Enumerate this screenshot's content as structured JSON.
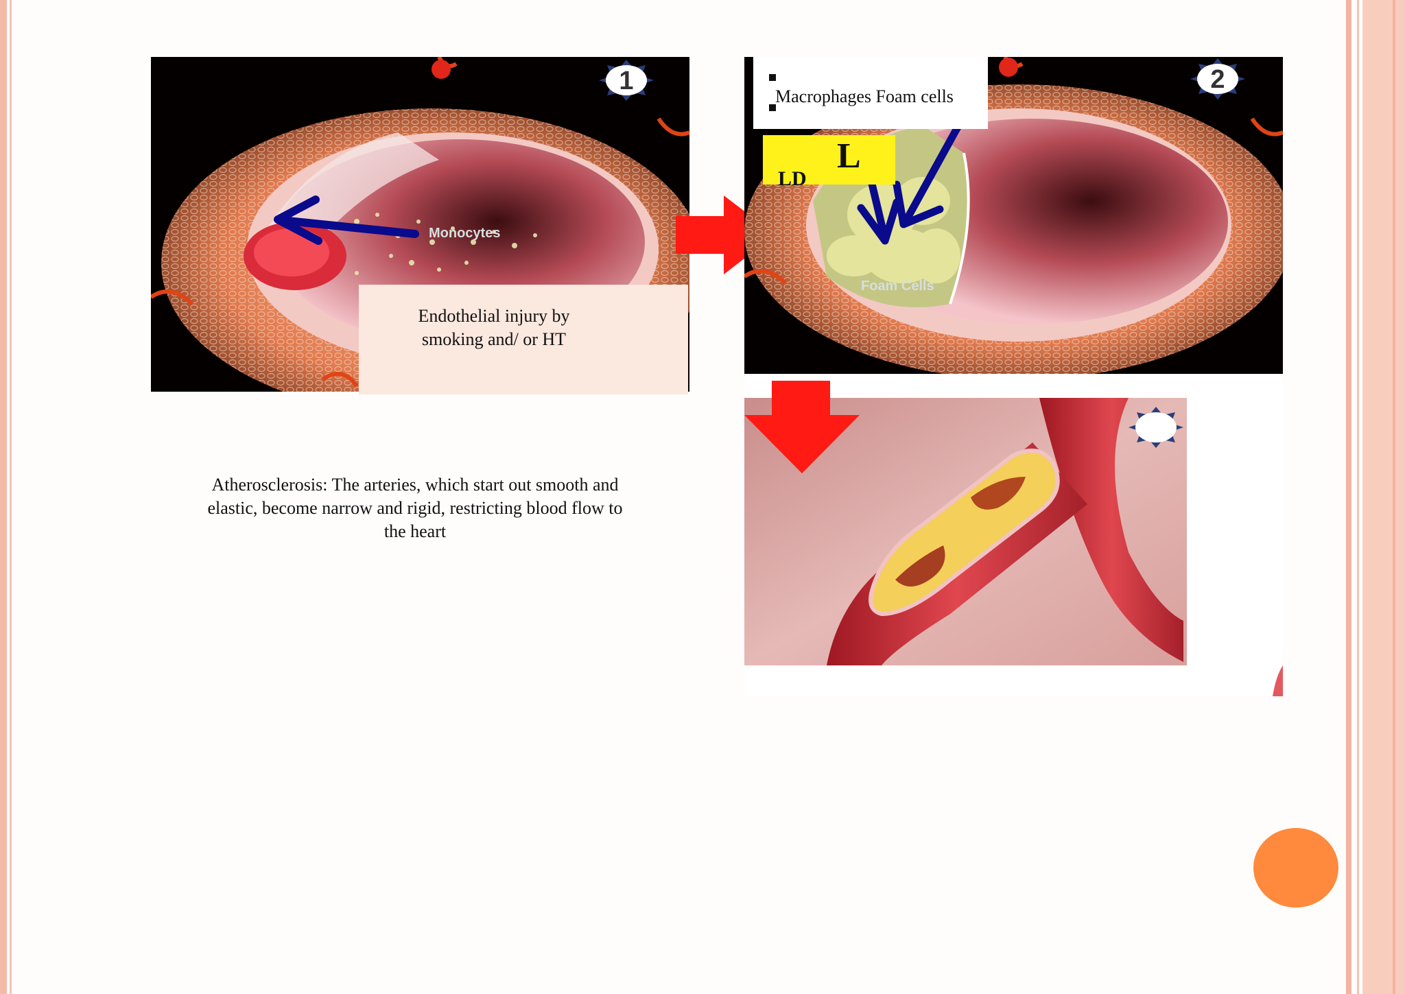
{
  "slide": {
    "panel1": {
      "step_badge": "1",
      "monocytes_label": "Monocytes",
      "callout": "Endothelial injury by smoking and/ or HT"
    },
    "panel2": {
      "step_badge": "2",
      "foam_cells_label": "Foam Cells",
      "callout": "Macrophages Foam cells",
      "ldl_label_small": "LD",
      "ldl_label_large": "L"
    },
    "caption": "Atherosclerosis: The arteries, which start out smooth and elastic, become narrow and rigid, restricting blood flow to the heart"
  },
  "colors": {
    "border_pink": "#f6b9a8",
    "accent_orange": "#ff8a3d",
    "arrow_red": "#ff1a14",
    "arrow_blue": "#0a0a8c",
    "highlight_yellow": "#fff21a"
  }
}
